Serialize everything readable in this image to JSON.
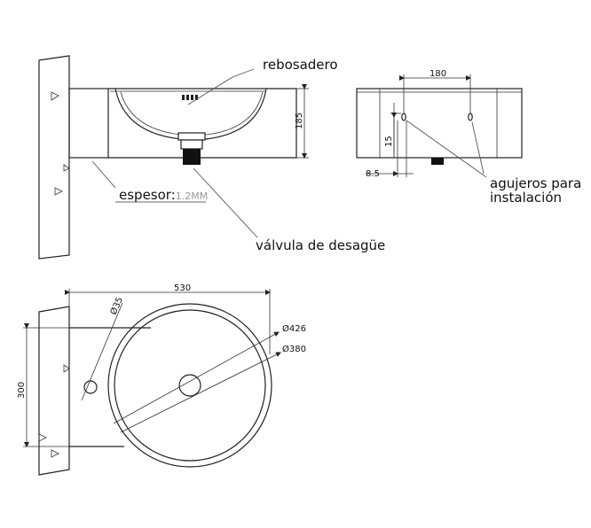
{
  "labels": {
    "overflow": "rebosadero",
    "thickness_label": "espesor:",
    "thickness_value": "1.2MM",
    "drain_valve": "válvula de desagüe",
    "holes_line1": "agujeros para",
    "holes_line2": "instalación"
  },
  "dimensions": {
    "side_height": "185",
    "hole_spacing": "180",
    "hole_height": "15",
    "hole_offset": "8.5",
    "total_width": "530",
    "depth": "300",
    "hole_diameter": "Ø35",
    "outer_diameter": "Ø426",
    "inner_diameter": "Ø380"
  }
}
